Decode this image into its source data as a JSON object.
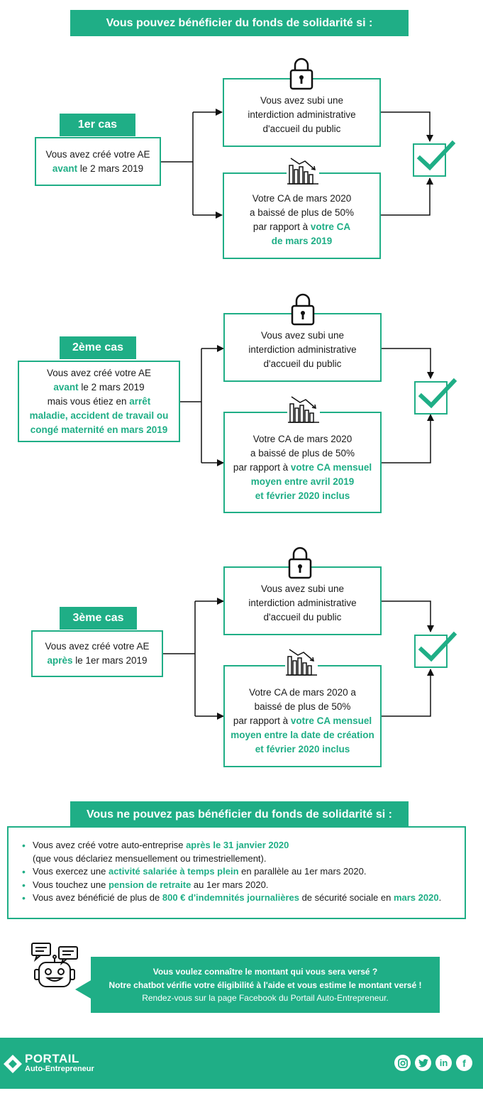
{
  "eligible": {
    "title": "Vous pouvez bénéficier du fonds de solidarité si :"
  },
  "common": {
    "interdiction": [
      "Vous avez subi une",
      "interdiction administrative",
      "d'accueil du public"
    ]
  },
  "case1": {
    "tag": "1er cas",
    "creation_before": "Vous avez créé votre AE",
    "creation_hl": "avant",
    "creation_after": " le 2 mars 2019",
    "ca_lines": [
      "Votre CA de mars 2020",
      "a baissé de plus de 50%",
      "par rapport à "
    ],
    "ca_hl1": "votre CA",
    "ca_hl2": "de mars 2019"
  },
  "case2": {
    "tag": "2ème cas",
    "creation_l1": "Vous avez créé votre AE",
    "creation_hl": "avant",
    "creation_l2": " le 2 mars 2019",
    "creation_l3": "mais vous étiez en ",
    "creation_hl2": "arrêt",
    "creation_hl3": "maladie, accident de travail ou",
    "creation_hl4": "congé maternité en mars 2019",
    "ca_lines": [
      "Votre CA de mars 2020",
      "a baissé de plus de 50%",
      "par rapport à "
    ],
    "ca_hl1": "votre CA mensuel",
    "ca_hl2": "moyen entre avril 2019",
    "ca_hl3": "et février 2020 inclus"
  },
  "case3": {
    "tag": "3ème cas",
    "creation_before": "Vous avez créé votre AE",
    "creation_hl": "après",
    "creation_after": " le 1er mars 2019",
    "ca_lines": [
      "Votre CA de mars 2020 a",
      "baissé de plus de 50%",
      "par rapport à "
    ],
    "ca_hl1": "votre CA mensuel",
    "ca_hl2": "moyen entre la date de création",
    "ca_hl3": "et février 2020 inclus"
  },
  "ineligible": {
    "title": "Vous ne pouvez pas bénéficier du fonds de solidarité si :",
    "item1_a": "Vous avez créé votre auto-entreprise ",
    "item1_hl": "après le 31 janvier 2020",
    "item1_b": "(que vous déclariez mensuellement ou trimestriellement).",
    "item2_a": "Vous exercez une ",
    "item2_hl": "activité salariée à temps plein",
    "item2_b": " en parallèle au 1er mars 2020.",
    "item3_a": "Vous touchez une ",
    "item3_hl": "pension de retraite",
    "item3_b": " au 1er mars 2020.",
    "item4_a": "Vous avez bénéficié de plus de ",
    "item4_hl": "800 € d'indemnités journalières",
    "item4_b": " de sécurité sociale en ",
    "item4_hl2": "mars 2020",
    "item4_c": "."
  },
  "chatbot": {
    "line1": "Vous voulez connaître le montant qui vous sera versé ?",
    "line2": "Notre chatbot vérifie votre éligibilité à l'aide et vous estime le montant versé !",
    "line3": "Rendez-vous sur la page Facebook du Portail Auto-Entrepreneur."
  },
  "footer": {
    "logo_title": "PORTAIL",
    "logo_subtitle": "Auto-Entrepreneur",
    "social_icons": [
      "instagram-icon",
      "twitter-icon",
      "linkedin-icon",
      "facebook-icon"
    ]
  },
  "colors": {
    "accent": "#1fae86"
  }
}
